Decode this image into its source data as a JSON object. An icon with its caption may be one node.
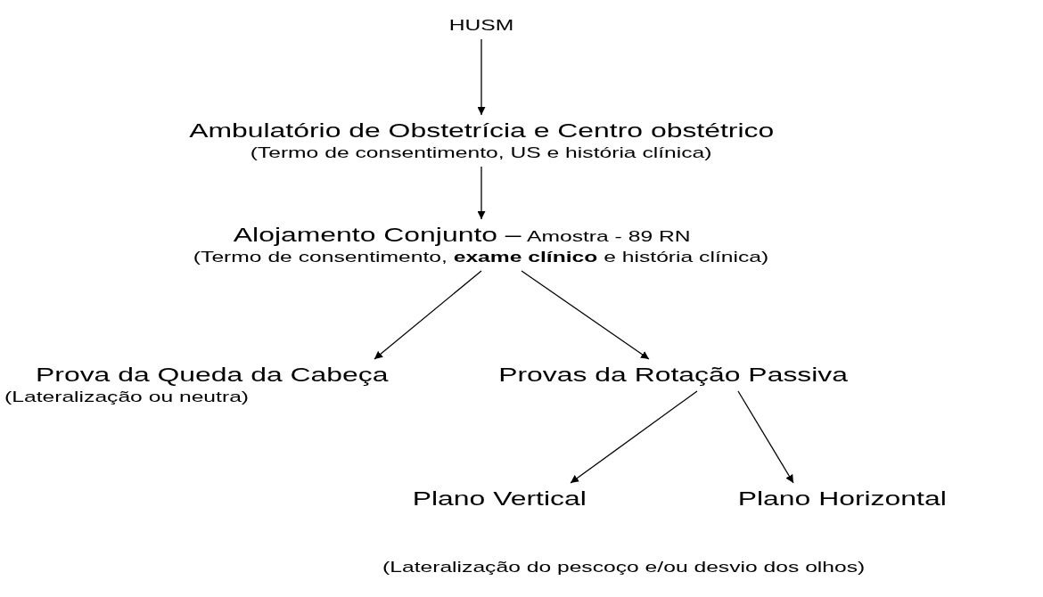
{
  "diagram": {
    "nodes": [
      {
        "text": [
          "HUSM"
        ]
      },
      {
        "text": [
          "Ambulatório de Obstetrícia e Centro obstétrico",
          "(Termo de consentimento, US e história clínica)"
        ]
      },
      {
        "text": [
          "Alojamento Conjunto –",
          "Amostra - 89 RN",
          "(Termo de consentimento, **exame clínico** e história clínica)"
        ]
      },
      {
        "text": [
          "Prova da Queda da Cabeça",
          "(Lateralização ou neutra)"
        ]
      },
      {
        "text": [
          "Provas da Rotação Passiva"
        ]
      },
      {
        "text": [
          "Plano Vertical"
        ]
      },
      {
        "text": [
          "Plano Horizontal"
        ]
      }
    ],
    "edges": [
      {
        "from": 0,
        "to": 1,
        "arrow": "to"
      },
      {
        "from": 1,
        "to": 2,
        "arrow": "to"
      },
      {
        "from": 2,
        "to": 3,
        "arrow": "to"
      },
      {
        "from": 2,
        "to": 4,
        "arrow": "to"
      },
      {
        "from": 4,
        "to": 5,
        "arrow": "to"
      },
      {
        "from": 4,
        "to": 6,
        "arrow": "to"
      }
    ],
    "labels": [
      "(Lateralização do pescoço e/ou desvio dos olhos)"
    ]
  }
}
